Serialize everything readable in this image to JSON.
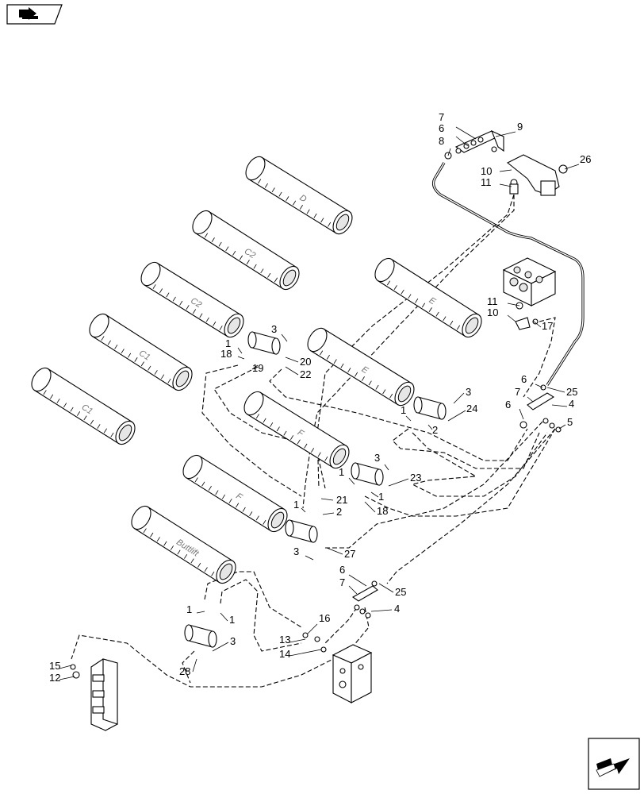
{
  "navigation": {
    "top_left_icon": "book-arrow-icon",
    "bottom_right_icon": "forward-arrow-icon"
  },
  "rolls": [
    {
      "label": "D"
    },
    {
      "label": "C2"
    },
    {
      "label": "C2"
    },
    {
      "label": "C1"
    },
    {
      "label": "C1"
    },
    {
      "label": "E"
    },
    {
      "label": "E"
    },
    {
      "label": "F"
    },
    {
      "label": "F"
    },
    {
      "label": "Buttlift"
    }
  ],
  "callouts": {
    "c7a": "7",
    "c6a": "6",
    "c8": "8",
    "c9": "9",
    "c26": "26",
    "c10a": "10",
    "c11a": "11",
    "c11b": "11",
    "c10b": "10",
    "c17": "17",
    "c3a": "3",
    "c1a": "1",
    "c18a": "18",
    "c19": "19",
    "c20": "20",
    "c22": "22",
    "c6b": "6",
    "c25a": "25",
    "c7b": "7",
    "c4a": "4",
    "c6c": "6",
    "c5": "5",
    "c3b": "3",
    "c24": "24",
    "c1b": "1",
    "c2a": "2",
    "c3c": "3",
    "c1c": "1",
    "c23": "23",
    "c1d": "1",
    "c18b": "18",
    "c1e": "1",
    "c21": "21",
    "c2b": "2",
    "c3d": "3",
    "c27": "27",
    "c6d": "6",
    "c7c": "7",
    "c25b": "25",
    "c4b": "4",
    "c1f": "1",
    "c1g": "1",
    "c16": "16",
    "c3e": "3",
    "c13": "13",
    "c14": "14",
    "c28": "28",
    "c15": "15",
    "c12": "12"
  }
}
